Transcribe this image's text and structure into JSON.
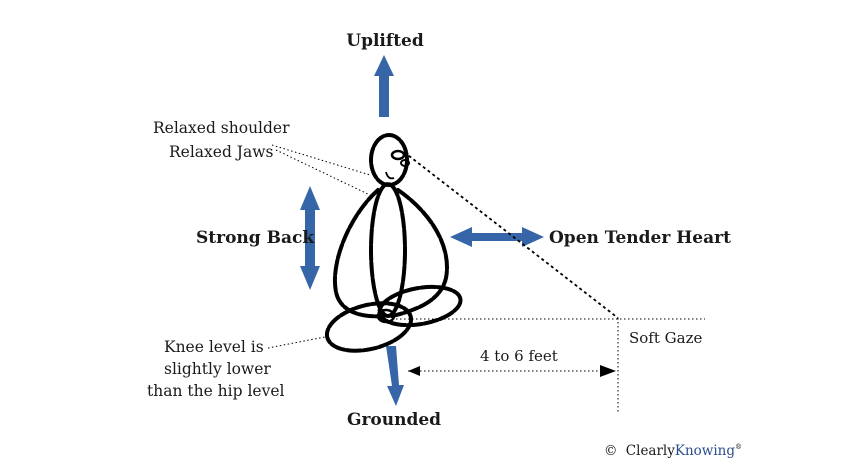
{
  "labels": {
    "uplifted": "Uplifted",
    "grounded": "Grounded",
    "strong_back": "Strong Back",
    "open_tender_heart": "Open Tender Heart",
    "relaxed_shoulder": "Relaxed shoulder",
    "relaxed_jaws": "Relaxed Jaws",
    "knee_level_line1": "Knee level is",
    "knee_level_line2": "slightly lower",
    "knee_level_line3": "than the hip level",
    "soft_gaze": "Soft Gaze",
    "distance": "4 to 6 feet"
  },
  "copyright": {
    "symbol": "©",
    "brand_part1": "Clearly",
    "brand_part2": "Knowing",
    "mark": "®"
  },
  "colors": {
    "arrow": "#3766a8",
    "text": "#1a1a1a",
    "figure": "#000000",
    "brand_accent": "#2b4c8c"
  },
  "icons": {
    "figure": "meditating-person-icon"
  }
}
